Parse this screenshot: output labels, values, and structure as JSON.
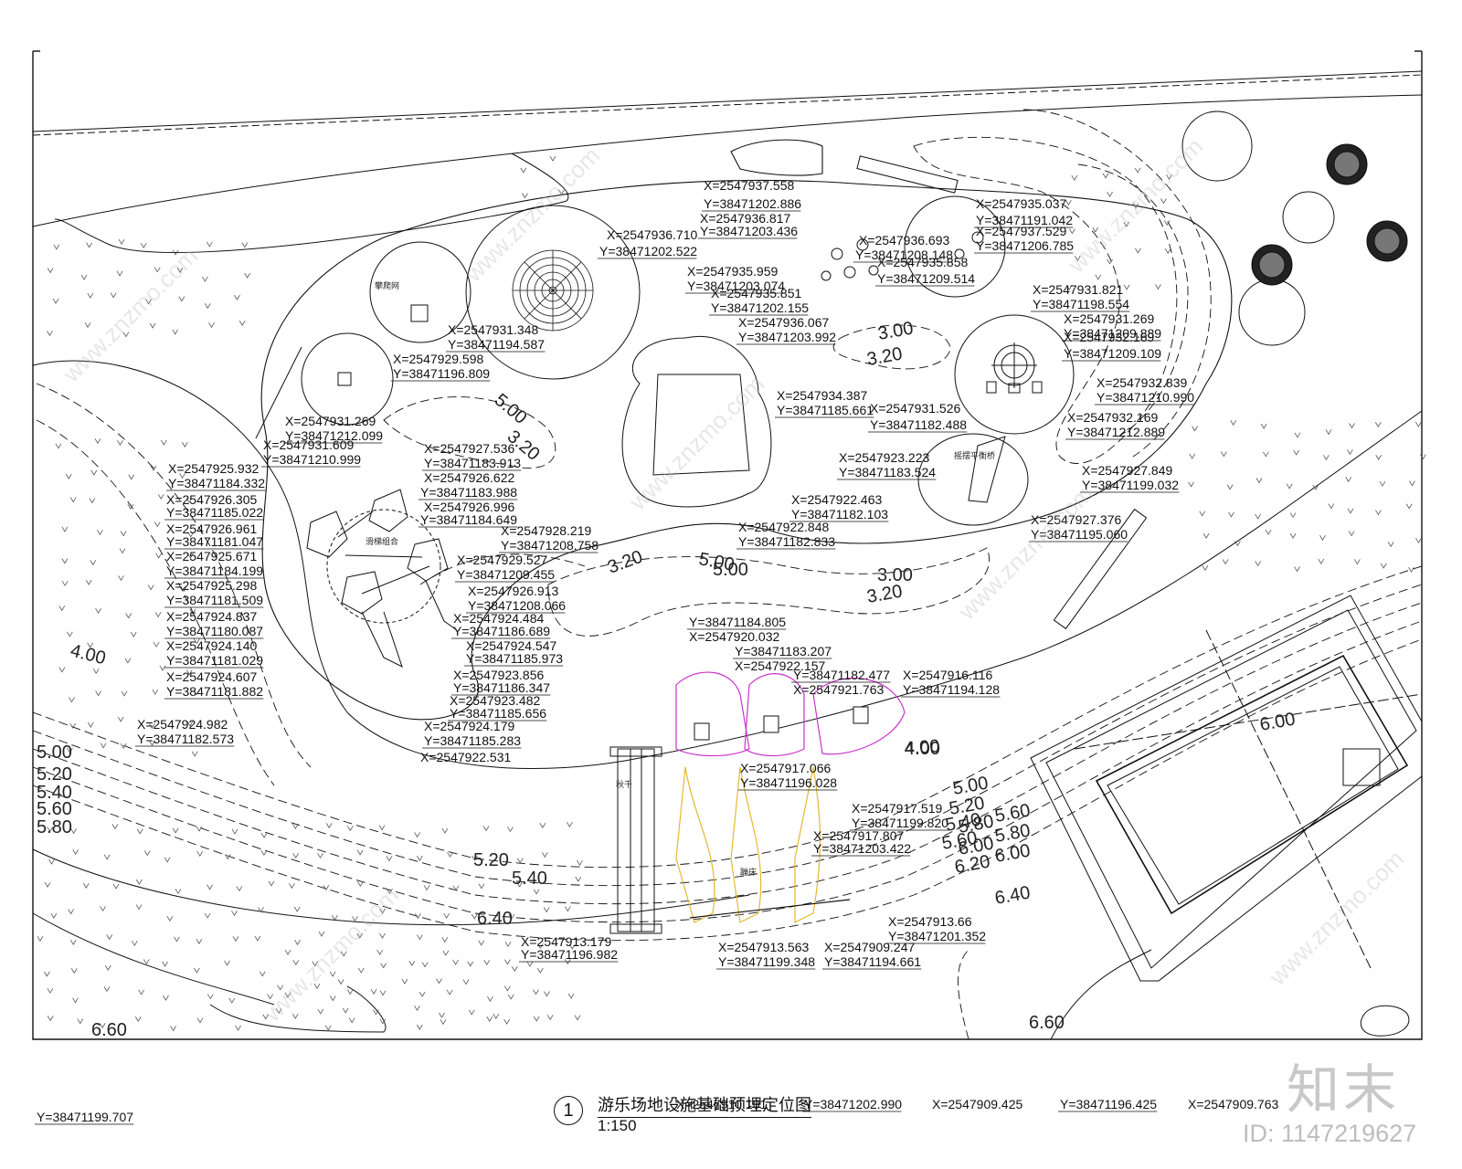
{
  "drawing": {
    "title": "游乐场地设施基础预埋定位图",
    "number": "1",
    "scale": "1:150"
  },
  "brand": {
    "mark": "知末",
    "id_text": "ID: 1147219627"
  },
  "watermark": "www.znzmo.com",
  "colors": {
    "ink": "#111111",
    "magenta": "#cc33cc",
    "yellow": "#e6b830"
  },
  "facility_labels": [
    "摇摆平衡桥",
    "滑梯组合",
    "攀爬网",
    "蹦床",
    "秋千"
  ],
  "contours": [
    "5.00",
    "3.20",
    "3.00",
    "3.20",
    "5.00",
    "3.20",
    "3.00",
    "3.20",
    "5.00",
    "4.00",
    "4.00",
    "5.00",
    "5.20",
    "5.40",
    "5.60",
    "5.80",
    "5.00",
    "5.20",
    "5.40",
    "5.60",
    "5.80",
    "6.00",
    "6.20",
    "6.40",
    "6.40",
    "6.60",
    "6.60",
    "6.00",
    "4.00",
    "5.80",
    "6.00",
    "5.60",
    "5.20",
    "5.40"
  ],
  "coords": [
    "X=2547937.558",
    "Y=38471202.886",
    "X=2547936.817",
    "Y=38471203.436",
    "X=2547936.710",
    "Y=38471202.522",
    "X=2547935.037",
    "Y=38471191.042",
    "X=2547937.529",
    "Y=38471206.785",
    "X=2547936.693",
    "Y=38471208.148",
    "X=2547935.959",
    "Y=38471203.074",
    "X=2547935.858",
    "Y=38471209.514",
    "X=2547935.851",
    "Y=38471202.155",
    "X=2547936.067",
    "Y=38471203.992",
    "X=2547931.348",
    "Y=38471194.587",
    "X=2547929.598",
    "Y=38471196.809",
    "X=2547934.387",
    "Y=38471185.661",
    "X=2547931.526",
    "Y=38471182.488",
    "X=2547931.821",
    "Y=38471198.554",
    "X=2547931.269",
    "Y=38471209.889",
    "X=2547932.169",
    "Y=38471209.109",
    "X=2547932.839",
    "Y=38471210.990",
    "X=2547932.169",
    "Y=38471212.889",
    "X=2547931.269",
    "Y=38471212.099",
    "X=2547931.609",
    "Y=38471210.999",
    "X=2547927.536",
    "Y=38471183.913",
    "X=2547926.622",
    "Y=38471183.988",
    "X=2547926.996",
    "Y=38471184.649",
    "X=2547925.932",
    "Y=38471184.332",
    "X=2547926.305",
    "Y=38471185.022",
    "X=2547926.961",
    "Y=38471181.047",
    "X=2547925.671",
    "Y=38471184.199",
    "X=2547925.298",
    "Y=38471181.509",
    "X=2547924.837",
    "Y=38471180.087",
    "X=2547924.140",
    "Y=38471181.029",
    "X=2547924.607",
    "Y=38471181.882",
    "X=2547924.982",
    "Y=38471182.573",
    "X=2547922.463",
    "Y=38471182.103",
    "X=2547922.848",
    "Y=38471182.833",
    "X=2547923.223",
    "Y=38471183.524",
    "X=2547927.849",
    "Y=38471199.032",
    "X=2547927.376",
    "Y=38471195.060",
    "X=2547928.219",
    "Y=38471208.758",
    "X=2547929.527",
    "Y=38471209.455",
    "X=2547926.913",
    "Y=38471208.066",
    "X=2547924.484",
    "Y=38471186.689",
    "X=2547924.547",
    "Y=38471185.973",
    "X=2547923.856",
    "Y=38471186.347",
    "X=2547923.482",
    "Y=38471185.656",
    "X=2547924.179",
    "Y=38471185.283",
    "X=2547922.531",
    "Y=38471184.805",
    "X=2547920.032",
    "Y=38471183.207",
    "X=2547922.157",
    "Y=38471182.477",
    "X=2547921.763",
    "X=2547916.116",
    "Y=38471194.128",
    "X=2547917.066",
    "Y=38471196.028",
    "X=2547917.519",
    "Y=38471199.820",
    "X=2547917.807",
    "Y=38471203.422",
    "X=2547913.179",
    "Y=38471196.982",
    "X=2547913.66",
    "Y=38471201.352",
    "X=2547913.563",
    "Y=38471199.348",
    "X=2547909.247",
    "Y=38471194.661",
    "X=2547910.101",
    "Y=38471202.990",
    "X=2547909.425",
    "Y=38471196.425",
    "X=2547909.763",
    "Y=38471199.707"
  ]
}
